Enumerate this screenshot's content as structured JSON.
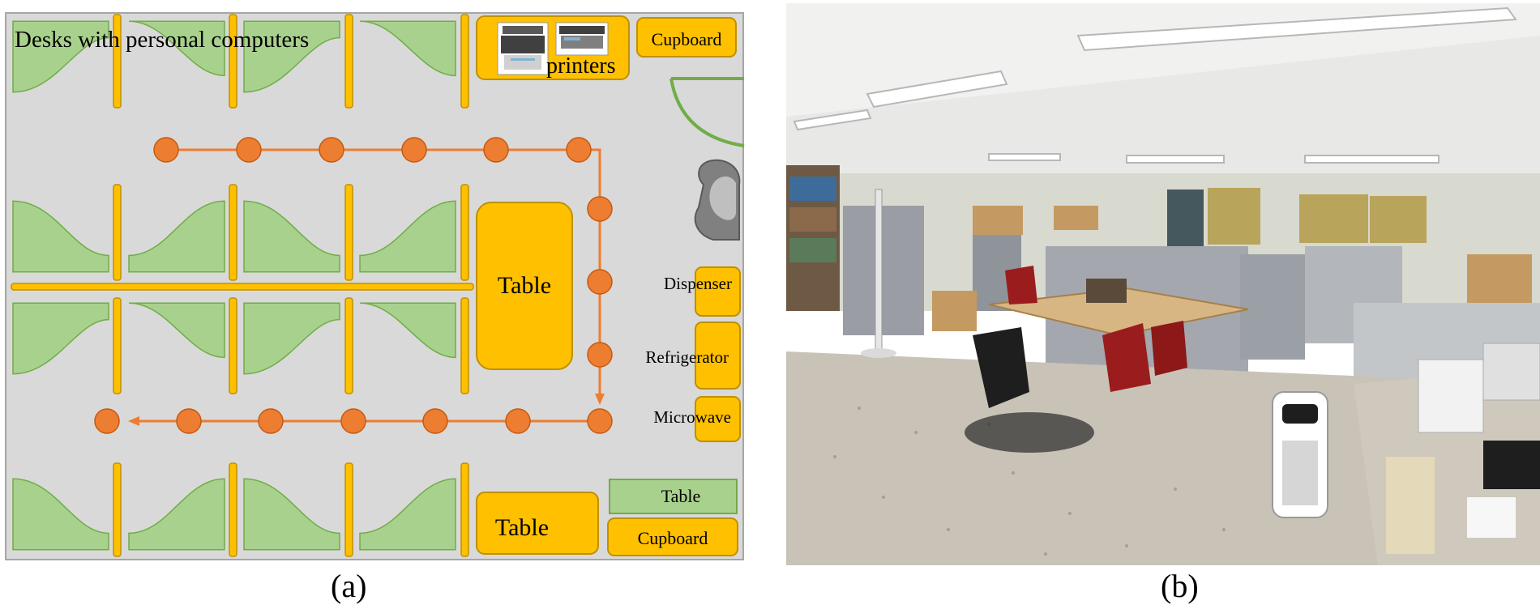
{
  "panel_a": {
    "caption": "(a)",
    "labels": {
      "desks": "Desks with personal computers",
      "printers": "printers",
      "cupboard_top": "Cupboard",
      "table_center": "Table",
      "dispenser": "Dispenser",
      "refrigerator": "Refrigerator",
      "microwave": "Microwave",
      "table_small": "Table",
      "table_bottom": "Table",
      "cupboard_bottom": "Cupboard"
    },
    "colors": {
      "floor": "#d9d9d9",
      "desk": "#a9d18e",
      "furniture": "#ffc000",
      "path": "#ed7d31",
      "door": "#70ad47"
    }
  },
  "panel_b": {
    "caption": "(b)"
  }
}
